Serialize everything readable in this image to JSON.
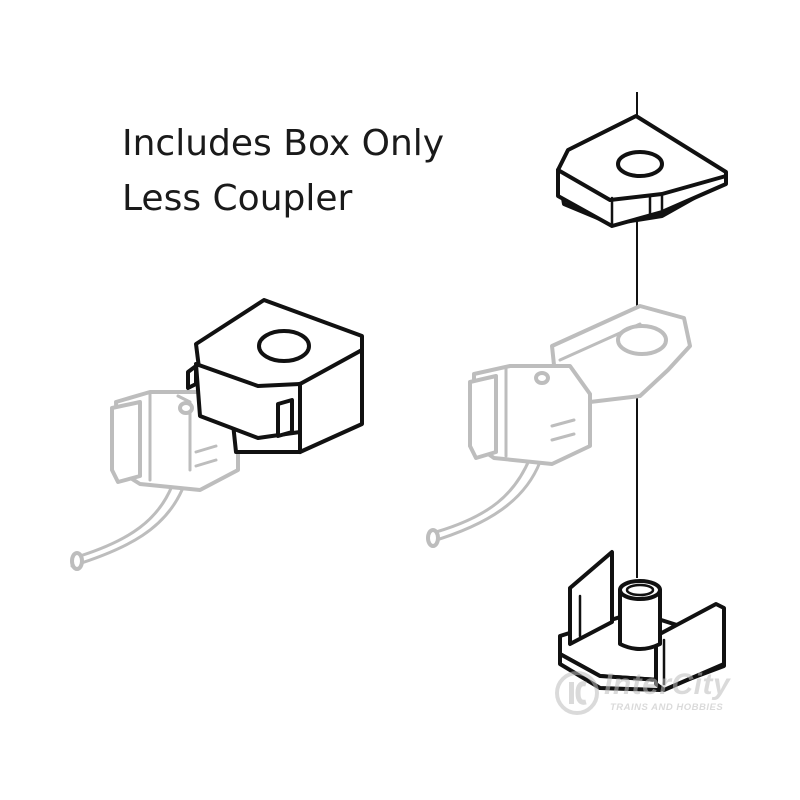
{
  "caption": {
    "line1": "Includes Box Only",
    "line2": "Less Coupler"
  },
  "watermark": {
    "brand": "InterCity",
    "tagline": "TRAINS AND HOBBIES",
    "logo_icon": "ic-monogram-icon"
  },
  "colors": {
    "line": "#111111",
    "ghost": "#bdbdbd",
    "background": "#ffffff"
  }
}
